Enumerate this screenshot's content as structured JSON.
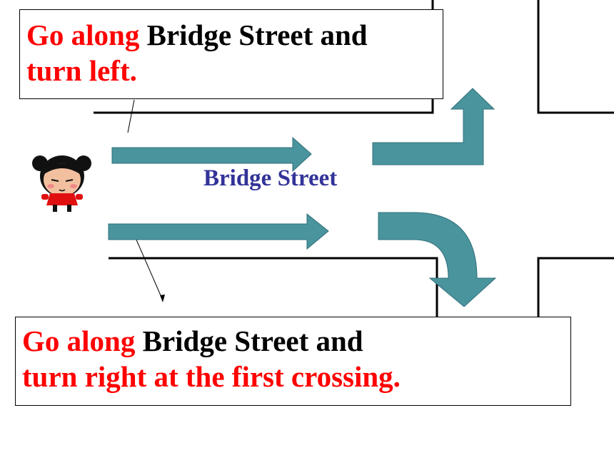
{
  "colors": {
    "arrow": "#4a949e",
    "arrow_outline": "#2f6f78",
    "red_text": "#ff0000",
    "street_text": "#333399",
    "road_line": "#000000"
  },
  "top_callout": {
    "part1": "Go along",
    "part2": " Bridge Street and",
    "part3": "turn left."
  },
  "bottom_callout": {
    "part1": "Go along",
    "part2": " Bridge Street and",
    "part3": "turn right at the first crossing."
  },
  "street_label": "Bridge Street",
  "icons": {
    "character": "girl-character-icon",
    "straight_arrows": "right-arrow-icon",
    "left_turn": "turn-left-arrow-icon",
    "right_turn": "turn-right-arrow-icon"
  }
}
